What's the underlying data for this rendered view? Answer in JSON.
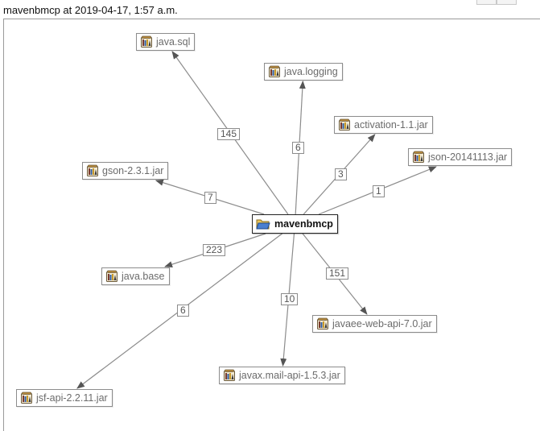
{
  "window": {
    "title": "mavenbmcp at 2019-04-17, 1:57 a.m."
  },
  "graph": {
    "center": {
      "label": "mavenbmcp",
      "icon": "folder-open-icon"
    },
    "nodes": [
      {
        "id": "java-sql",
        "label": "java.sql",
        "icon": "jar-icon"
      },
      {
        "id": "java-logging",
        "label": "java.logging",
        "icon": "jar-icon"
      },
      {
        "id": "activation",
        "label": "activation-1.1.jar",
        "icon": "jar-icon"
      },
      {
        "id": "json",
        "label": "json-20141113.jar",
        "icon": "jar-icon"
      },
      {
        "id": "gson",
        "label": "gson-2.3.1.jar",
        "icon": "jar-icon"
      },
      {
        "id": "java-base",
        "label": "java.base",
        "icon": "jar-icon"
      },
      {
        "id": "javaee",
        "label": "javaee-web-api-7.0.jar",
        "icon": "jar-icon"
      },
      {
        "id": "javax-mail",
        "label": "javax.mail-api-1.5.3.jar",
        "icon": "jar-icon"
      },
      {
        "id": "jsf-api",
        "label": "jsf-api-2.2.11.jar",
        "icon": "jar-icon"
      }
    ],
    "edges": [
      {
        "to": "java-sql",
        "count": "145"
      },
      {
        "to": "java-logging",
        "count": "6"
      },
      {
        "to": "activation",
        "count": "3"
      },
      {
        "to": "json",
        "count": "1"
      },
      {
        "to": "gson",
        "count": "7"
      },
      {
        "to": "java-base",
        "count": "223"
      },
      {
        "to": "javaee",
        "count": "151"
      },
      {
        "to": "javax-mail",
        "count": "10"
      },
      {
        "to": "jsf-api",
        "count": "6"
      }
    ],
    "colors": {
      "edge": "#8c8c8c",
      "arrowhead": "#555555",
      "node_text": "#6b6b6b",
      "center_text": "#111111"
    }
  }
}
